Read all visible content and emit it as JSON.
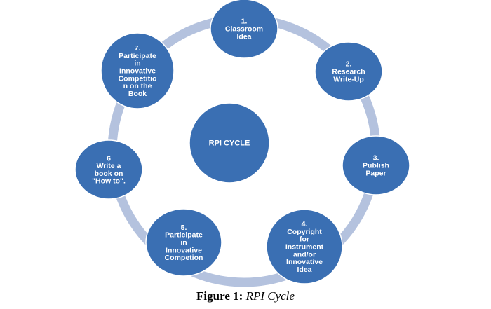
{
  "colors": {
    "node_fill": "#3a6fb3",
    "node_stroke": "#ffffff",
    "ring": "#b4c2de",
    "text": "#ffffff"
  },
  "center": {
    "lines": [
      "RPI CYCLE"
    ]
  },
  "nodes": [
    {
      "id": "1",
      "lines": [
        "1.",
        "Classroom",
        "Idea"
      ]
    },
    {
      "id": "2",
      "lines": [
        "2.",
        "Research",
        "Write-Up"
      ]
    },
    {
      "id": "3",
      "lines": [
        "3.",
        "Publish",
        "Paper"
      ]
    },
    {
      "id": "4",
      "lines": [
        "4.",
        "Copyright",
        "for",
        "Instrument",
        "and/or",
        "Innovative",
        "Idea"
      ]
    },
    {
      "id": "5",
      "lines": [
        "5.",
        "Participate",
        "in",
        "Innovative",
        "Competion"
      ]
    },
    {
      "id": "6",
      "lines": [
        "6",
        "Write a",
        "book on",
        "\"How to\"."
      ]
    },
    {
      "id": "7",
      "lines": [
        "7.",
        "Participate",
        "in",
        "Innovative",
        "Competitio",
        "n on the",
        "Book"
      ]
    }
  ],
  "caption": {
    "label": "Figure 1:",
    "title": "RPI Cycle"
  }
}
